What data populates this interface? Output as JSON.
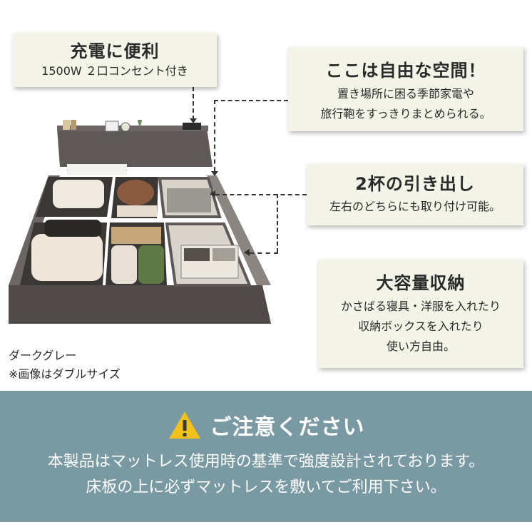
{
  "callouts": {
    "charging": {
      "title": "充電に便利",
      "body": "1500W ２口コンセント付き"
    },
    "free_space": {
      "title": "ここは自由な空間！",
      "lines": [
        "置き場所に困る季節家電や",
        "旅行鞄をすっきりまとめられる。"
      ]
    },
    "drawers": {
      "title": "2杯の引き出し",
      "body": "左右のどちらにも取り付け可能。"
    },
    "storage": {
      "title": "大容量収納",
      "lines": [
        "かさばる寝具・洋服を入れたり",
        "収納ボックスを入れたり",
        "使い方自由。"
      ]
    }
  },
  "caption": {
    "color": "ダークグレー",
    "note": "※画像はダブルサイズ"
  },
  "notice": {
    "title": "ご注意ください",
    "lines": [
      "本製品はマットレス使用時の基準で強度設計されております。",
      "床板の上に必ずマットレスを敷いてご利用下さい。"
    ]
  },
  "colors": {
    "card_bg": "#f4f5e8",
    "notice_bg": "#799aa2",
    "warning_yellow": "#f2c21a",
    "bed_frame": "#5a5553"
  },
  "icons": {
    "notice": "warning-triangle-icon"
  }
}
